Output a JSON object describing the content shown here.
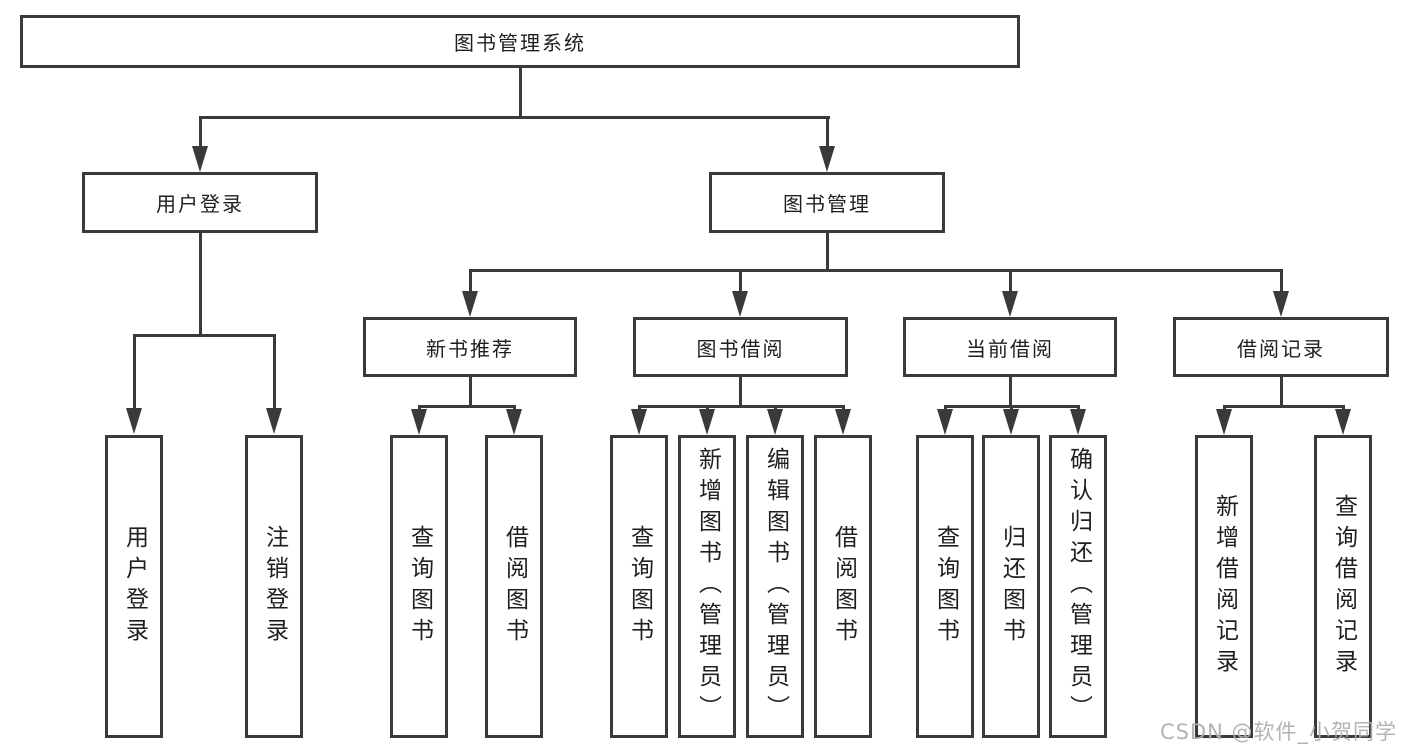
{
  "tree": {
    "label": "图书管理系统",
    "children": [
      {
        "label": "用户登录",
        "children": [
          {
            "label": "用户登录"
          },
          {
            "label": "注销登录"
          }
        ]
      },
      {
        "label": "图书管理",
        "children": [
          {
            "label": "新书推荐",
            "children": [
              {
                "label": "查询图书"
              },
              {
                "label": "借阅图书"
              }
            ]
          },
          {
            "label": "图书借阅",
            "children": [
              {
                "label": "查询图书"
              },
              {
                "label": "新增图书（管理员）"
              },
              {
                "label": "编辑图书（管理员）"
              },
              {
                "label": "借阅图书"
              }
            ]
          },
          {
            "label": "当前借阅",
            "children": [
              {
                "label": "查询图书"
              },
              {
                "label": "归还图书"
              },
              {
                "label": "确认归还（管理员）"
              }
            ]
          },
          {
            "label": "借阅记录",
            "children": [
              {
                "label": "新增借阅记录"
              },
              {
                "label": "查询借阅记录"
              }
            ]
          }
        ]
      }
    ]
  },
  "watermark": {
    "text": "CSDN @软件_小贺同学"
  },
  "colors": {
    "line": "#3a3a3a",
    "box_border": "#3a3a3a",
    "text": "#1f1f1f",
    "watermark": "#afafaf",
    "background": "#ffffff"
  }
}
